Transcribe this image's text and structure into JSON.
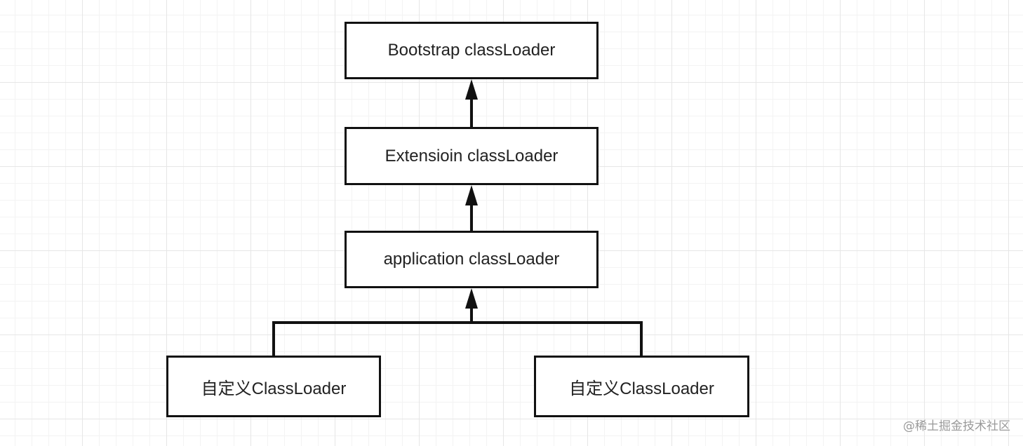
{
  "diagram": {
    "nodes": {
      "bootstrap": "Bootstrap classLoader",
      "extension": "Extensioin classLoader",
      "application": "application classLoader",
      "custom_left": "自定义ClassLoader",
      "custom_right": "自定义ClassLoader"
    },
    "edges": [
      {
        "from": "extension",
        "to": "bootstrap"
      },
      {
        "from": "application",
        "to": "extension"
      },
      {
        "from": "custom_left",
        "to": "application"
      },
      {
        "from": "custom_right",
        "to": "application"
      }
    ]
  },
  "watermark": "@稀土掘金技术社区",
  "colors": {
    "stroke": "#111111",
    "text": "#222222",
    "grid": "#e6e6e6",
    "watermark": "#9a9a9a"
  }
}
